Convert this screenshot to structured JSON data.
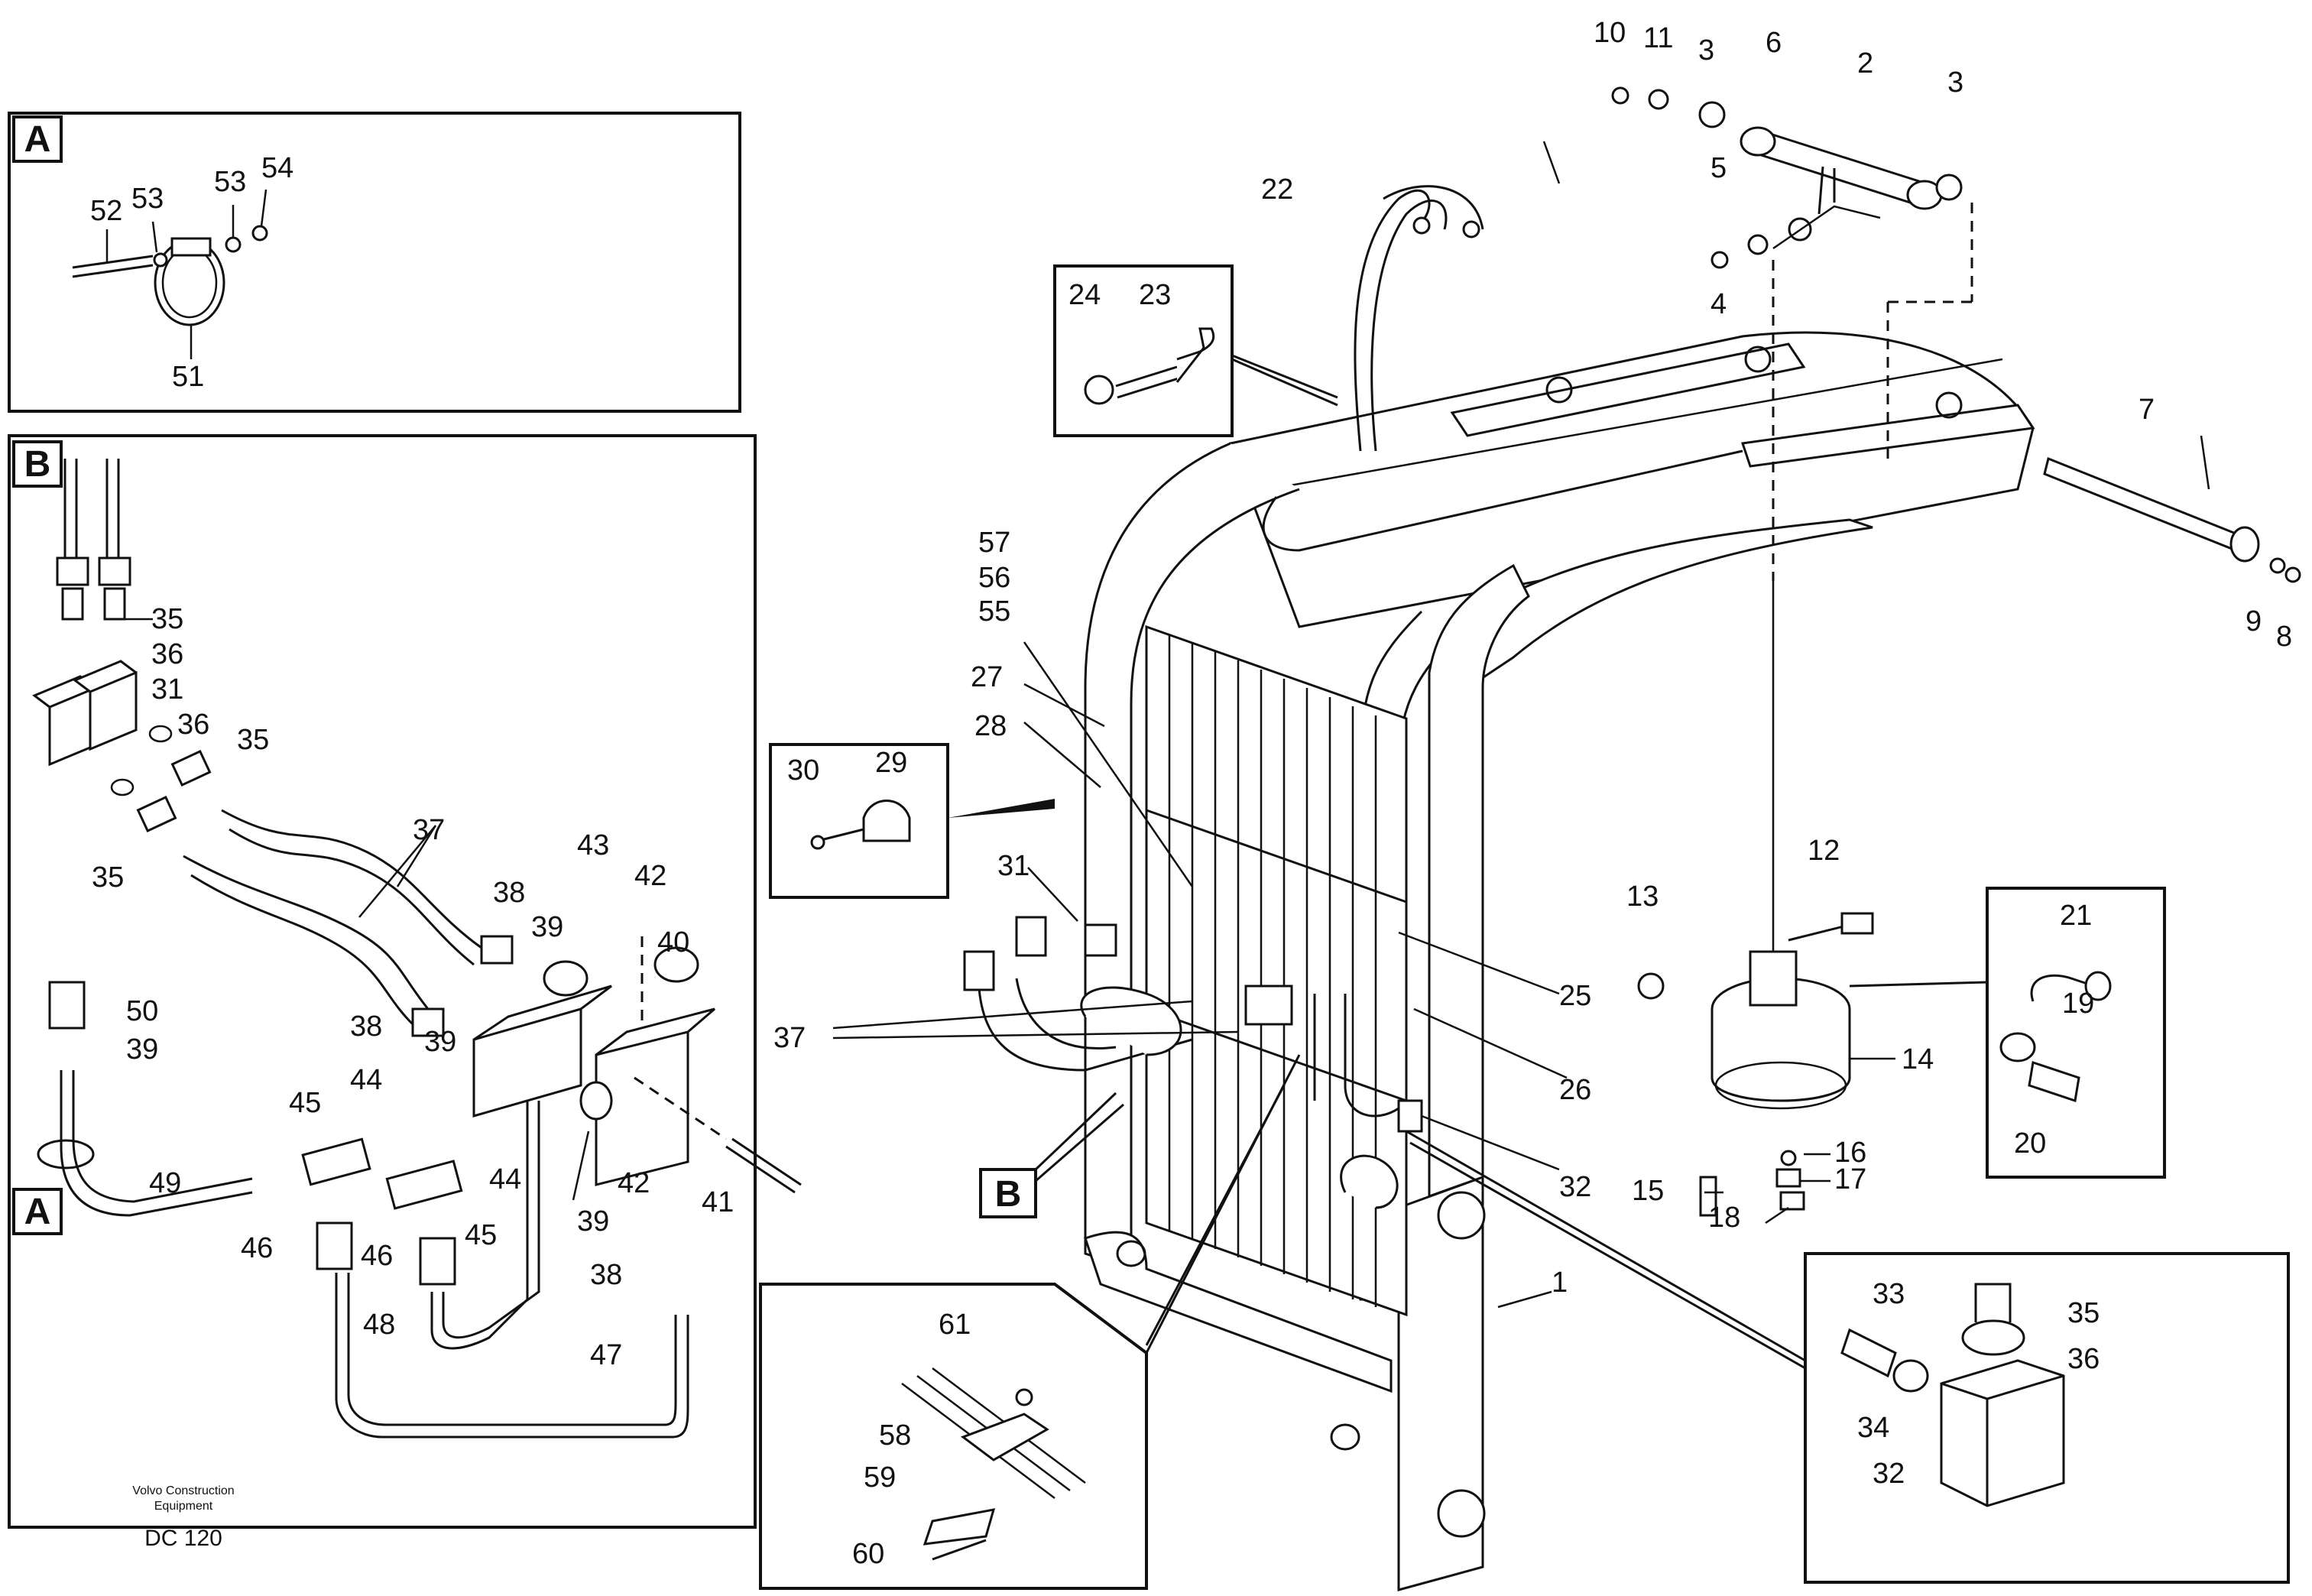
{
  "panels": {
    "A": "A",
    "B": "B"
  },
  "footer": {
    "company_line1": "Volvo Construction",
    "company_line2": "Equipment",
    "code": "DC 120"
  },
  "callouts": {
    "c10": "10",
    "c11": "11",
    "c3a": "3",
    "c6": "6",
    "c2": "2",
    "c3b": "3",
    "c5": "5",
    "c4": "4",
    "c22": "22",
    "c24": "24",
    "c23": "23",
    "c7": "7",
    "c9": "9",
    "c8": "8",
    "c57": "57",
    "c56": "56",
    "c55": "55",
    "c27": "27",
    "c28": "28",
    "c30": "30",
    "c29": "29",
    "c31m": "31",
    "c37m": "37",
    "c25": "25",
    "c26": "26",
    "c32m": "32",
    "c1": "1",
    "c12": "12",
    "c13": "13",
    "c14": "14",
    "c15": "15",
    "c16": "16",
    "c17": "17",
    "c18": "18",
    "c21": "21",
    "c19": "19",
    "c20": "20",
    "c33": "33",
    "c35r": "35",
    "c36r": "36",
    "c34": "34",
    "c32r": "32",
    "c61": "61",
    "c58": "58",
    "c59": "59",
    "c60": "60",
    "c52": "52",
    "c53a": "53",
    "c53b": "53",
    "c54": "54",
    "c51": "51",
    "c35a": "35",
    "c36a": "36",
    "c31b": "31",
    "c36b": "36",
    "c35b": "35",
    "c35c": "35",
    "c37b": "37",
    "c43": "43",
    "c42a": "42",
    "c38a": "38",
    "c39a": "39",
    "c40": "40",
    "c50": "50",
    "c39b": "39",
    "c38b": "38",
    "c39c": "39",
    "c44a": "44",
    "c45a": "45",
    "c44b": "44",
    "c49": "49",
    "c42b": "42",
    "c41": "41",
    "c39d": "39",
    "c45b": "45",
    "c46a": "46",
    "c46b": "46",
    "c38c": "38",
    "c48": "48",
    "c47": "47"
  }
}
